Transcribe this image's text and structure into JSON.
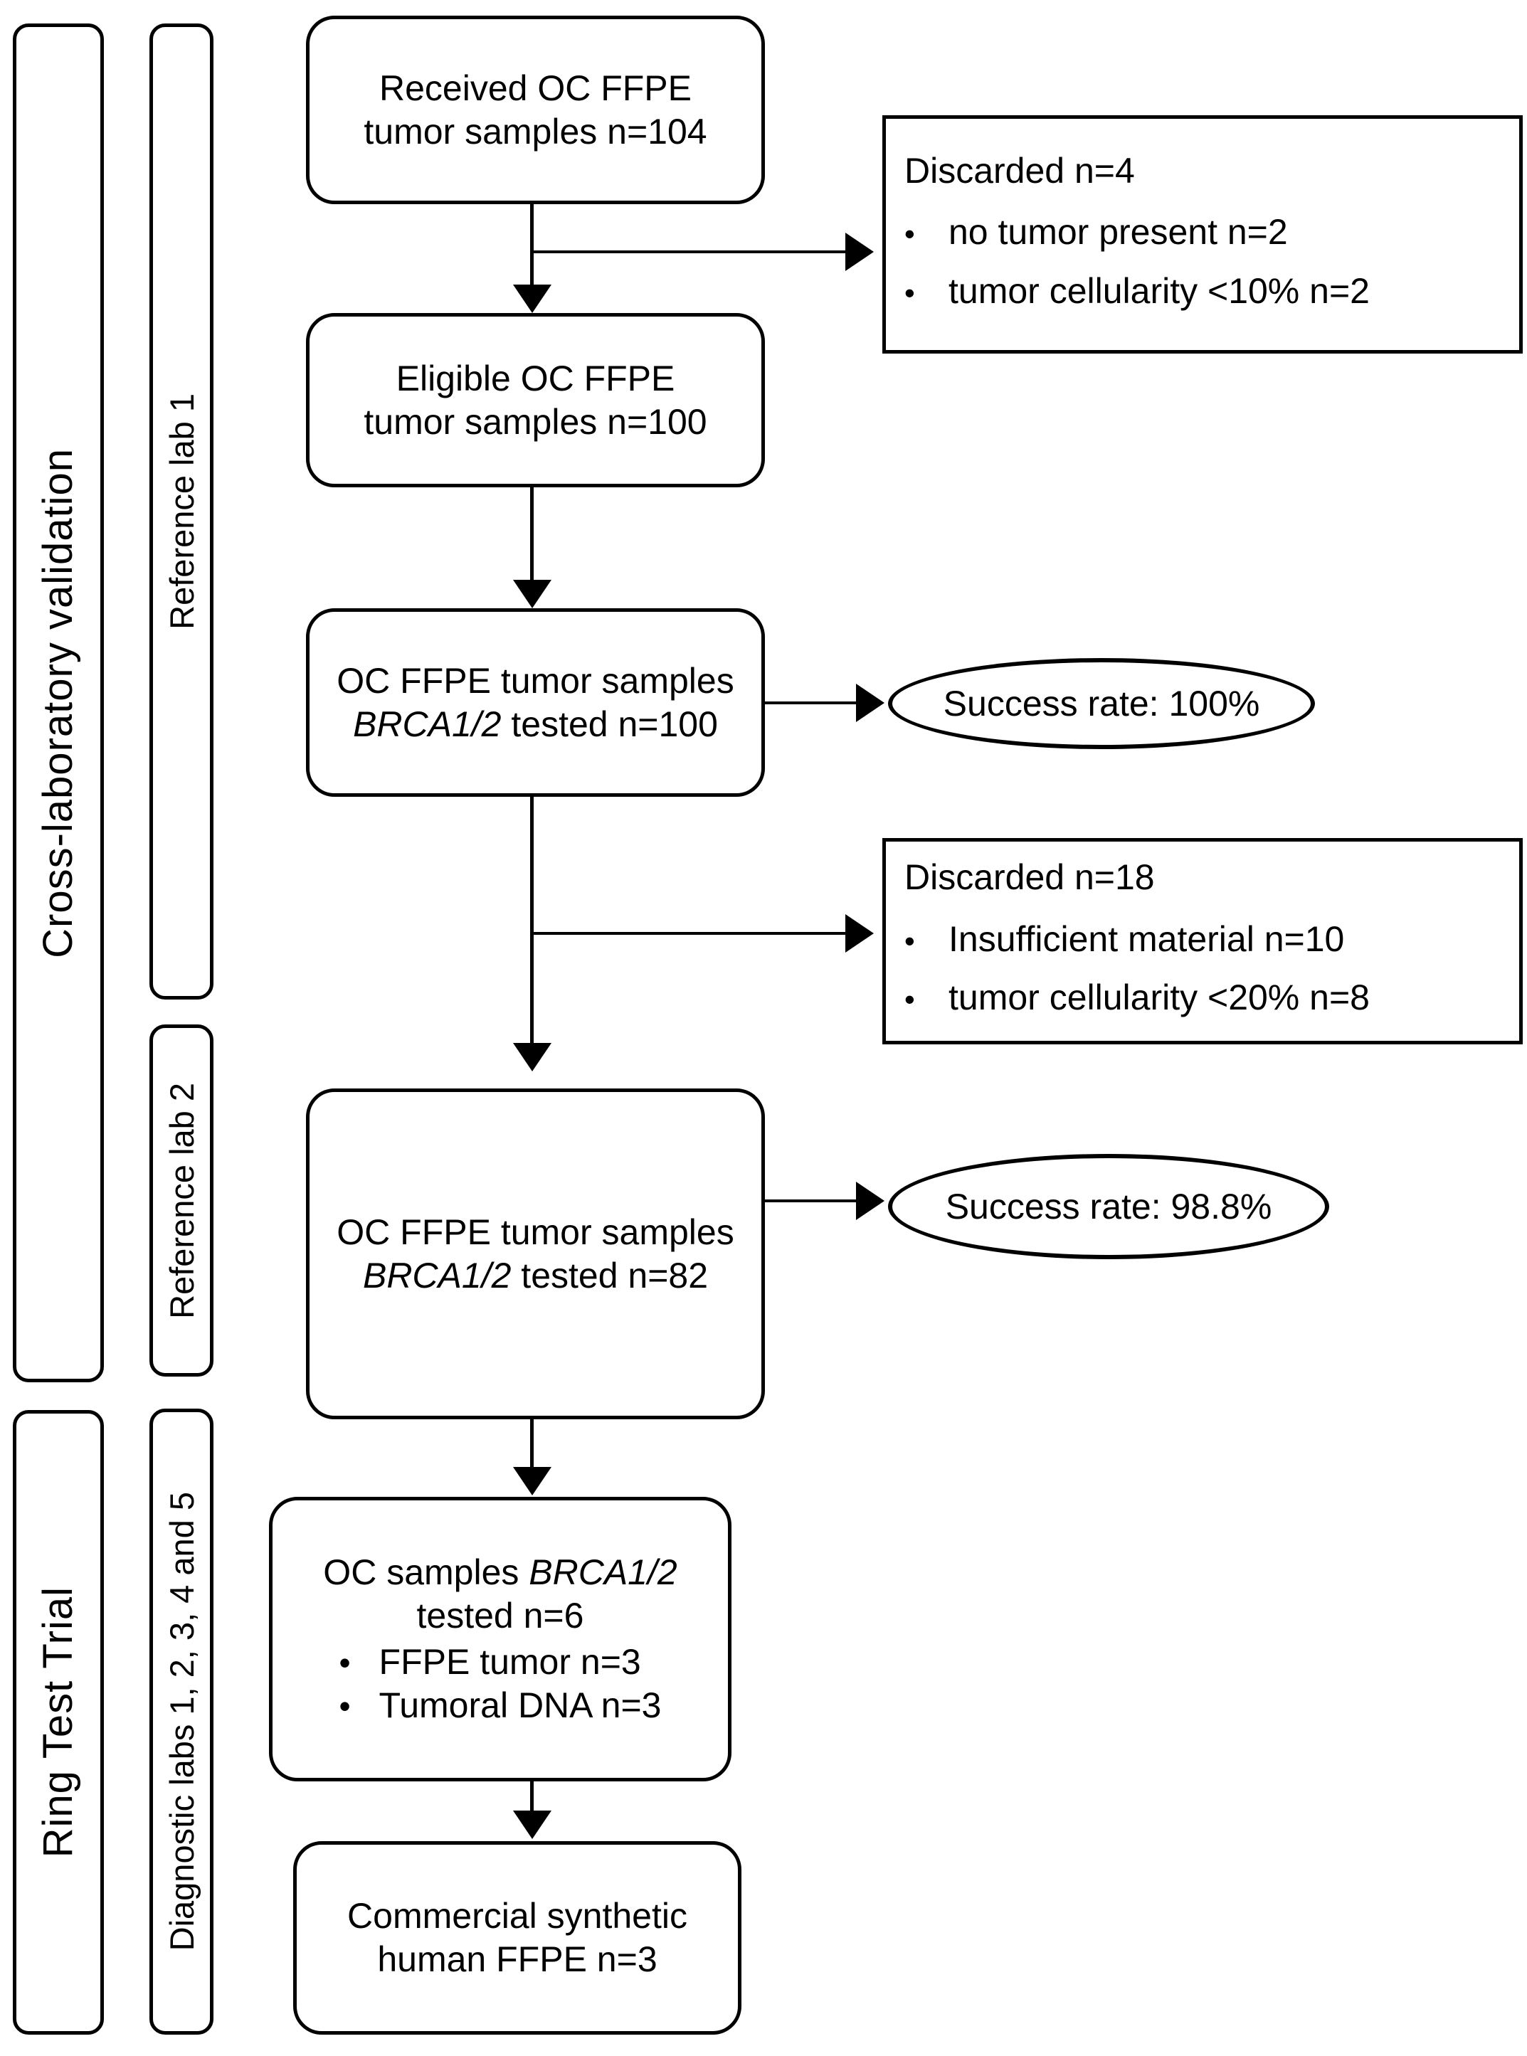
{
  "phases": [
    {
      "label": "Cross-laboratory  validation"
    },
    {
      "label": "Ring  Test Trial"
    }
  ],
  "labs": [
    {
      "label": "Reference lab 1"
    },
    {
      "label": "Reference lab 2"
    },
    {
      "label": "Diagnostic labs 1, 2, 3, 4 and 5"
    }
  ],
  "nodes": {
    "received": {
      "line1": "Received OC FFPE",
      "line2": "tumor samples n=104"
    },
    "eligible": {
      "line1": "Eligible OC FFPE",
      "line2": "tumor samples n=100"
    },
    "tested100": {
      "line1": "OC FFPE tumor samples",
      "gene": "BRCA1/2",
      "line2_rest": " tested n=100"
    },
    "tested82": {
      "line1": "OC FFPE tumor samples",
      "gene": "BRCA1/2",
      "line2_rest": " tested n=82"
    },
    "tested6": {
      "line1_pre": "OC samples ",
      "gene": "BRCA1/2",
      "line2": "tested n=6",
      "bullets": [
        {
          "dot": "•",
          "text": "FFPE tumor n=3"
        },
        {
          "dot": "•",
          "text": "Tumoral DNA n=3"
        }
      ]
    },
    "commercial": {
      "line1": "Commercial synthetic",
      "line2": "human FFPE n=3"
    }
  },
  "notes": {
    "discarded4": {
      "title": "Discarded n=4",
      "bullets": [
        {
          "dot": "•",
          "text": "no tumor present n=2"
        },
        {
          "dot": "•",
          "text": "tumor cellularity <10% n=2"
        }
      ]
    },
    "discarded18": {
      "title": "Discarded n=18",
      "bullets": [
        {
          "dot": "•",
          "text": "Insufficient material n=10"
        },
        {
          "dot": "•",
          "text": "tumor cellularity <20% n=8"
        }
      ]
    }
  },
  "outcomes": {
    "success100": "Success rate: 100%",
    "success988": "Success rate: 98.8%"
  },
  "colors": {
    "stroke": "#000000",
    "fill": "#ffffff",
    "text": "#000000"
  }
}
